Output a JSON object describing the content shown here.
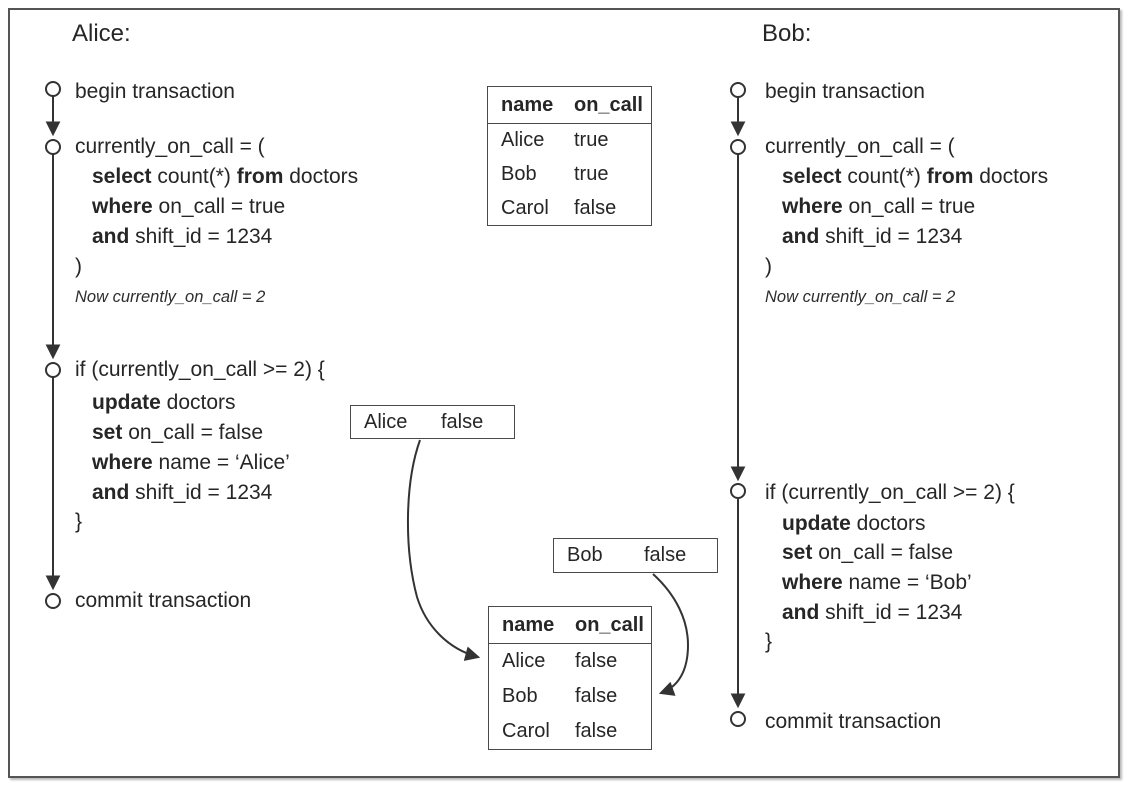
{
  "colors": {
    "text": "#262626",
    "line": "#333333",
    "border": "#4a4a4a",
    "background": "#ffffff"
  },
  "alice": {
    "title": "Alice:",
    "begin": "begin transaction",
    "assign": "currently_on_call = (",
    "sel": {
      "k1": "select",
      "t1": " count(*) ",
      "k2": "from",
      "t2": " doctors"
    },
    "wh1": {
      "k": "where",
      "t": " on_call = true"
    },
    "an1": {
      "k": "and",
      "t": " shift_id = 1234"
    },
    "paren": ")",
    "note": "Now currently_on_call = 2",
    "ifline": "if (currently_on_call >= 2) {",
    "upd": {
      "k": "update",
      "t": " doctors"
    },
    "setl": {
      "k": "set",
      "t": " on_call = false"
    },
    "wh2": {
      "k": "where",
      "t": " name = ‘Alice’"
    },
    "an2": {
      "k": "and",
      "t": " shift_id = 1234"
    },
    "brace": "}",
    "commit": "commit transaction"
  },
  "bob": {
    "title": "Bob:",
    "begin": "begin transaction",
    "assign": "currently_on_call = (",
    "sel": {
      "k1": "select",
      "t1": " count(*) ",
      "k2": "from",
      "t2": " doctors"
    },
    "wh1": {
      "k": "where",
      "t": " on_call = true"
    },
    "an1": {
      "k": "and",
      "t": " shift_id = 1234"
    },
    "paren": ")",
    "note": "Now currently_on_call = 2",
    "ifline": "if (currently_on_call >= 2) {",
    "upd": {
      "k": "update",
      "t": " doctors"
    },
    "setl": {
      "k": "set",
      "t": " on_call = false"
    },
    "wh2": {
      "k": "where",
      "t": " name = ‘Bob’"
    },
    "an2": {
      "k": "and",
      "t": " shift_id = 1234"
    },
    "brace": "}",
    "commit": "commit transaction"
  },
  "table_initial": {
    "headers": [
      "name",
      "on_call"
    ],
    "rows": [
      [
        "Alice",
        "true"
      ],
      [
        "Bob",
        "true"
      ],
      [
        "Carol",
        "false"
      ]
    ]
  },
  "table_final": {
    "headers": [
      "name",
      "on_call"
    ],
    "rows": [
      [
        "Alice",
        "false"
      ],
      [
        "Bob",
        "false"
      ],
      [
        "Carol",
        "false"
      ]
    ]
  },
  "update_boxes": {
    "alice": {
      "name": "Alice",
      "value": "false"
    },
    "bob": {
      "name": "Bob",
      "value": "false"
    }
  }
}
